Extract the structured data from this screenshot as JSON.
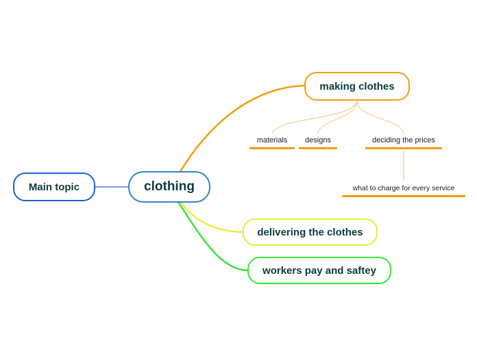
{
  "central": {
    "label": "clothing",
    "color": "#2e86c1"
  },
  "floating": {
    "label": "Main topic",
    "color": "#1f5fd6"
  },
  "branches": [
    {
      "label": "making clothes",
      "color": "#f39c12",
      "children": [
        {
          "label": "materials"
        },
        {
          "label": "designs"
        },
        {
          "label": "deciding the prices",
          "children": [
            {
              "label": "what to charge for every service"
            }
          ]
        }
      ]
    },
    {
      "label": "delivering the clothes",
      "color": "#e6f03a"
    },
    {
      "label": "workers pay and saftey",
      "color": "#3fe03f"
    }
  ]
}
